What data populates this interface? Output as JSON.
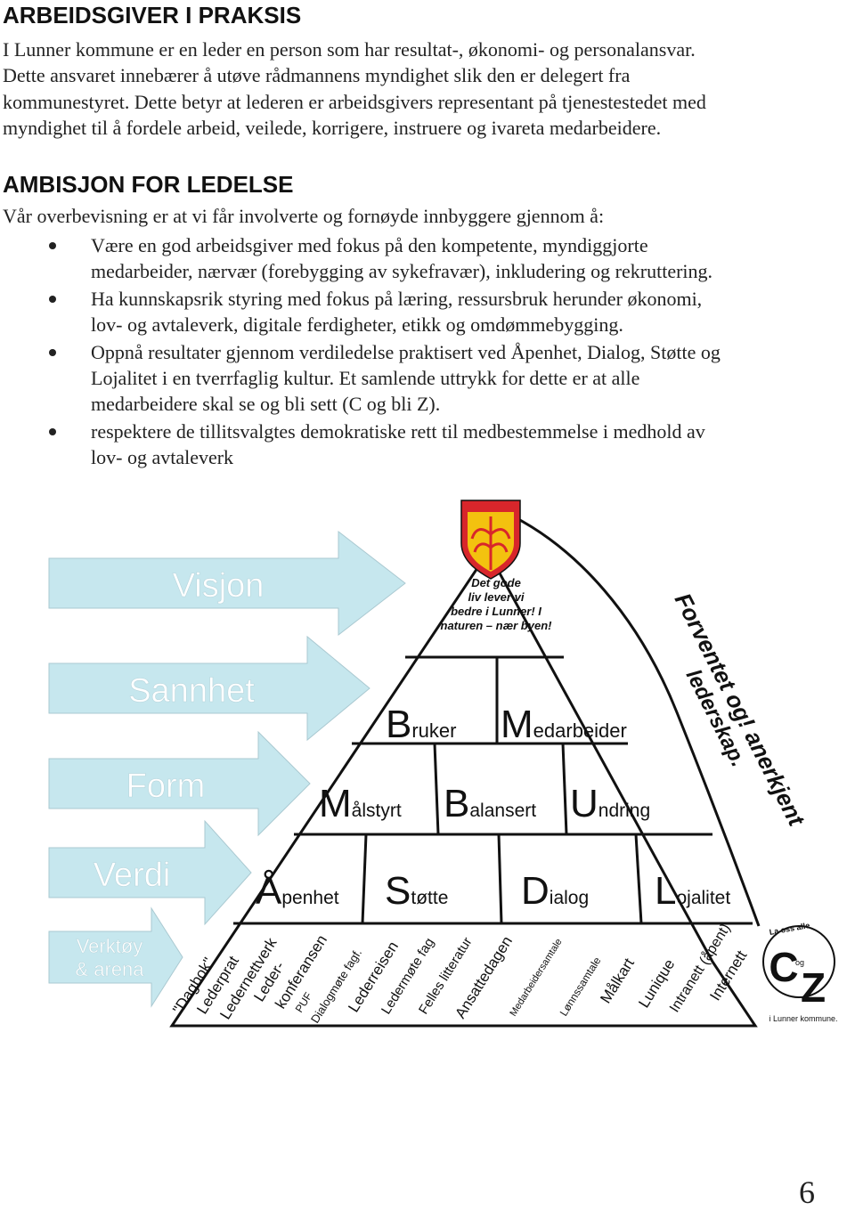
{
  "section1": {
    "title": "ARBEIDSGIVER I PRAKSIS",
    "lines": [
      "I Lunner kommune er en leder en person som har resultat-, økonomi- og personalansvar.",
      "Dette ansvaret innebærer å utøve rådmannens myndighet slik den er delegert fra",
      "kommunestyret. Dette betyr at lederen er arbeidsgivers representant på tjenestestedet med",
      "myndighet til å fordele arbeid, veilede, korrigere, instruere og ivareta medarbeidere."
    ]
  },
  "section2": {
    "title": "AMBISJON FOR LEDELSE",
    "intro": "Vår overbevisning er at vi får involverte og fornøyde innbyggere gjennom å:",
    "bullets": [
      [
        "Være en god arbeidsgiver med fokus på den kompetente, myndiggjorte",
        "medarbeider, nærvær (forebygging av sykefravær), inkludering og rekruttering."
      ],
      [
        "Ha kunnskapsrik styring med fokus på læring, ressursbruk herunder økonomi,",
        "lov- og avtaleverk, digitale ferdigheter, etikk og omdømmebygging."
      ],
      [
        "Oppnå resultater gjennom verdiledelse praktisert ved Åpenhet, Dialog, Støtte og",
        "Lojalitet i en tverrfaglig kultur. Et samlende uttrykk for dette er at alle",
        "medarbeidere skal se og bli sett (C og bli Z)."
      ],
      [
        "respektere de tillitsvalgtes demokratiske rett til medbestemmelse i medhold av",
        "lov- og avtaleverk"
      ]
    ]
  },
  "diagram": {
    "arrows": [
      "Visjon",
      "Sannhet",
      "Form",
      "Verdi"
    ],
    "tools_arrow": [
      "Verktøy",
      "& arena"
    ],
    "apex": [
      "Det gode",
      "liv lever vi",
      "bedre i Lunner! I",
      "naturen – nær byen!"
    ],
    "row1": [
      {
        "initial": "B",
        "rest": "ruker"
      },
      {
        "initial": "M",
        "rest": "edarbeider"
      }
    ],
    "row2": [
      {
        "initial": "M",
        "rest": "ålstyrt"
      },
      {
        "initial": "B",
        "rest": "alansert"
      },
      {
        "initial": "U",
        "rest": "ndring"
      }
    ],
    "row3": [
      {
        "initial": "Å",
        "rest": "penhet"
      },
      {
        "initial": "S",
        "rest": "tøtte"
      },
      {
        "initial": "D",
        "rest": "ialog"
      },
      {
        "initial": "L",
        "rest": "ojalitet"
      }
    ],
    "tools": [
      "\"Dagbok\"",
      "Lederprat",
      "Ledernettverk",
      "Leder-",
      "konferansen",
      "PUF",
      "Dialogmøte fagf.",
      "Lederreisen",
      "Ledermøte fag",
      "Felles litteratur",
      "Ansattedagen",
      "Medarbeidersamtale",
      "Lønnssamtale",
      "Målkart",
      "Lunique",
      "Intranett (åpent)",
      "Internett"
    ],
    "handwriting": [
      "Forventet og! anerkjent",
      "lederskap."
    ],
    "logo_text": [
      "La oss alle",
      "og",
      "i Lunner kommune."
    ],
    "colors": {
      "arrow": "#c6e7ee",
      "arrow_text": "#ffffff",
      "shield_red": "#d8262b",
      "shield_yellow": "#f3c20f"
    }
  },
  "page_number": "6"
}
